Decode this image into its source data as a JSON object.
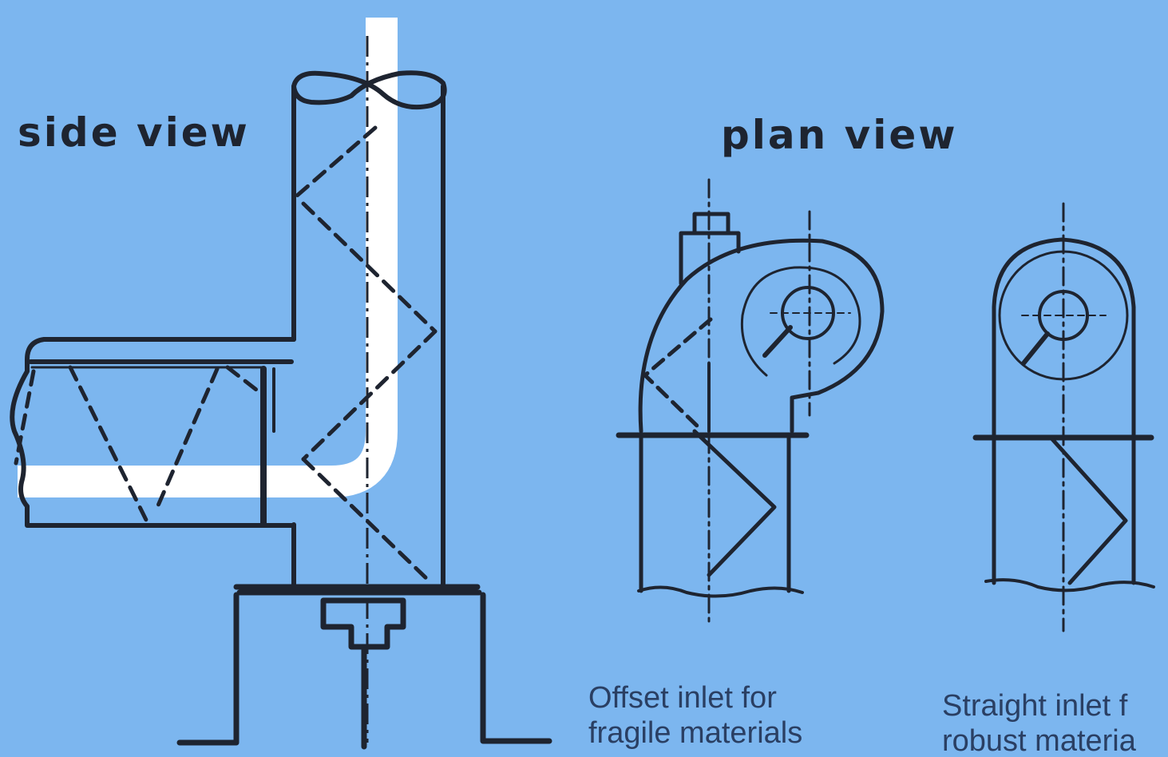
{
  "side_view": {
    "title": "side view"
  },
  "plan_view": {
    "title": "plan view",
    "offset_inlet": {
      "caption_line1": "Offset inlet for",
      "caption_line2": "fragile materials"
    },
    "straight_inlet": {
      "caption_line1": "Straight inlet f",
      "caption_line2": "robust materia"
    }
  },
  "colors": {
    "background": "#7cb6ef",
    "line": "#1e2430",
    "material_path": "#ffffff",
    "caption_text": "#2a3f63"
  }
}
